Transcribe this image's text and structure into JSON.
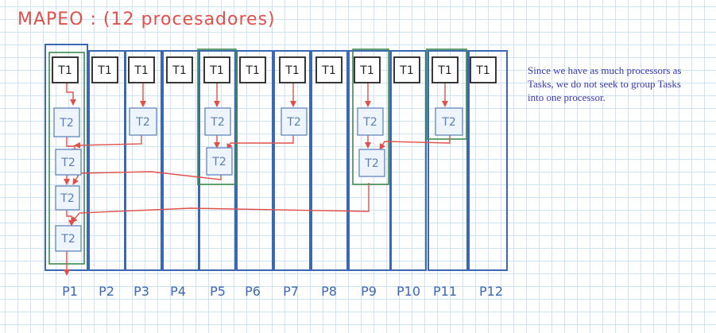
{
  "title": "MAPEO : (12 procesadores)",
  "note": "Since we have as much processors as Tasks, we do not seek to group Tasks into one processor.",
  "task_labels": {
    "t1": "T1",
    "t2": "T2"
  },
  "processors": [
    "P1",
    "P2",
    "P3",
    "P4",
    "P5",
    "P6",
    "P7",
    "P8",
    "P9",
    "P10",
    "P11",
    "P12"
  ],
  "colors": {
    "title": "#e0504a",
    "processor_border": "#3a68b5",
    "group_border": "#3e8a4e",
    "task_t1_border": "#222222",
    "task_t2_border": "#6b8fc2",
    "arrow": "#e0504a",
    "note_text": "#3b3bb3",
    "label_text": "#3a68b5"
  }
}
